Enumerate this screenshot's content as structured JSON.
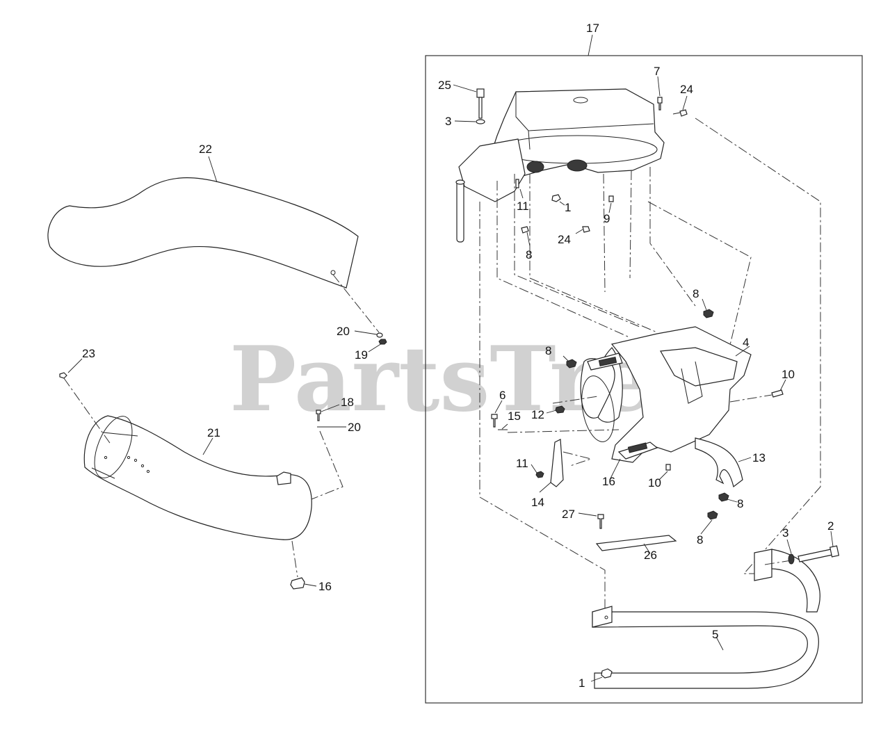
{
  "watermark": "PartsTree",
  "callouts": {
    "c17": "17",
    "c25": "25",
    "c7": "7",
    "c24a": "24",
    "c3a": "3",
    "c11a": "11",
    "c1a": "1",
    "c9": "9",
    "c24b": "24",
    "c8a": "8",
    "c8b": "8",
    "c4": "4",
    "c8c": "8",
    "c10a": "10",
    "c6": "6",
    "c15": "15",
    "c12": "12",
    "c13": "13",
    "c11b": "11",
    "c16a": "16",
    "c10b": "10",
    "c14": "14",
    "c8d": "8",
    "c27": "27",
    "c8e": "8",
    "c26": "26",
    "c3b": "3",
    "c2": "2",
    "c5": "5",
    "c1b": "1",
    "c22": "22",
    "c20a": "20",
    "c19": "19",
    "c23": "23",
    "c18": "18",
    "c20b": "20",
    "c21": "21",
    "c16b": "16"
  }
}
